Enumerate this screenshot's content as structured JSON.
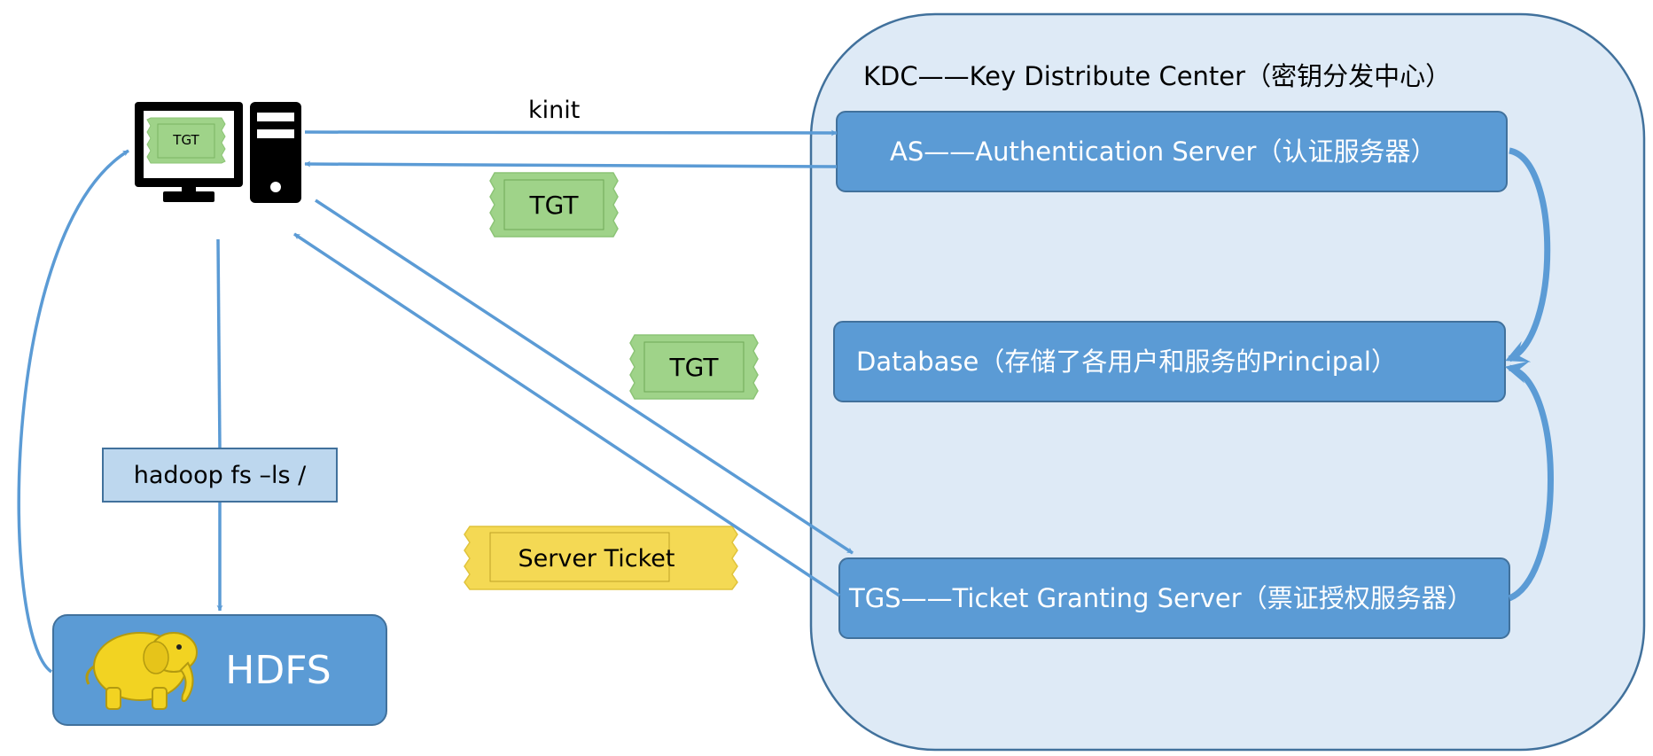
{
  "kdc": {
    "title": "KDC——Key Distribute Center（密钥分发中心）",
    "as_label": "AS——Authentication Server（认证服务器）",
    "database_label": "Database（存储了各用户和服务的Principal）",
    "tgs_label": "TGS——Ticket Granting Server（票证授权服务器）"
  },
  "client": {
    "monitor_ticket": "TGT"
  },
  "flow": {
    "kinit_label": "kinit",
    "tgt_ticket_1": "TGT",
    "tgt_ticket_2": "TGT",
    "server_ticket": "Server Ticket",
    "command_label": "hadoop fs –ls /"
  },
  "hdfs": {
    "label": "HDFS"
  },
  "colors": {
    "kdc_fill": "#deeaf6",
    "kdc_stroke": "#41719c",
    "server_fill": "#5b9bd5",
    "server_stroke": "#41719c",
    "command_fill": "#bdd7ee",
    "arrow": "#5b9bd5",
    "tgt_fill": "#9fd389",
    "server_ticket_fill": "#f4d954",
    "elephant": "#f2d322"
  },
  "icons": {
    "computer": "desktop-computer-icon",
    "elephant": "hadoop-elephant-icon"
  }
}
